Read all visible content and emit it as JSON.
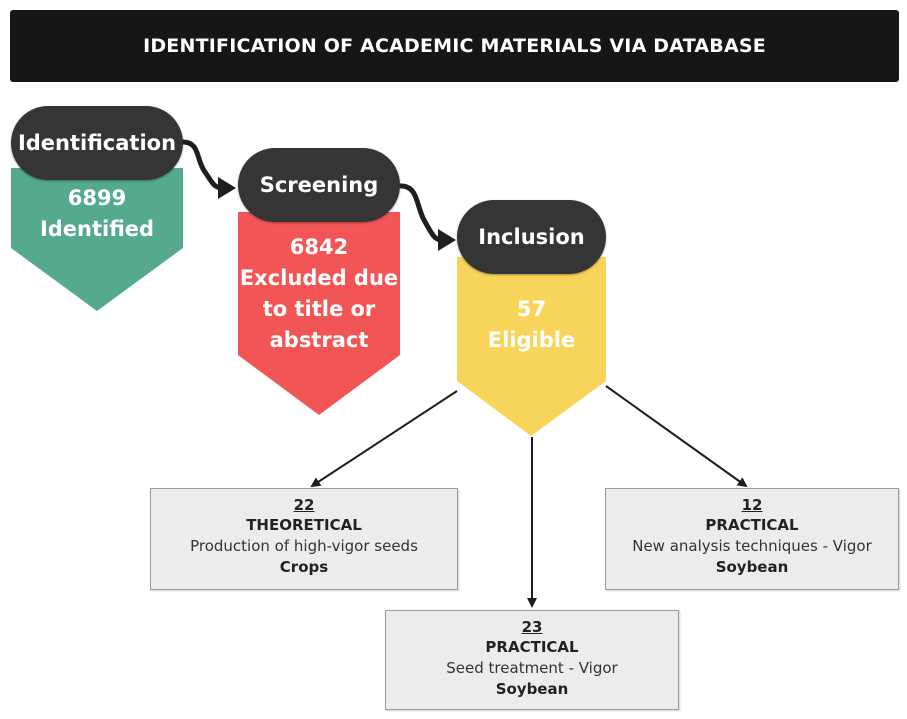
{
  "header": {
    "title": "IDENTIFICATION OF ACADEMIC MATERIALS VIA DATABASE"
  },
  "stages": [
    {
      "label": "Identification",
      "value": "6899",
      "note": "Identified",
      "color": "#55a98d"
    },
    {
      "label": "Screening",
      "value": "6842",
      "note_lines": [
        "Excluded due",
        "to title or",
        "abstract"
      ],
      "color": "#f25555"
    },
    {
      "label": "Inclusion",
      "value": "57",
      "note": "Eligible",
      "color": "#f8d45a"
    }
  ],
  "results": [
    {
      "count": "22",
      "type": "THEORETICAL",
      "description": "Production of high-vigor seeds",
      "crop": "Crops"
    },
    {
      "count": "23",
      "type": "PRACTICAL",
      "description": "Seed treatment - Vigor",
      "crop": "Soybean"
    },
    {
      "count": "12",
      "type": "PRACTICAL",
      "description": "New analysis techniques - Vigor",
      "crop": "Soybean"
    }
  ]
}
